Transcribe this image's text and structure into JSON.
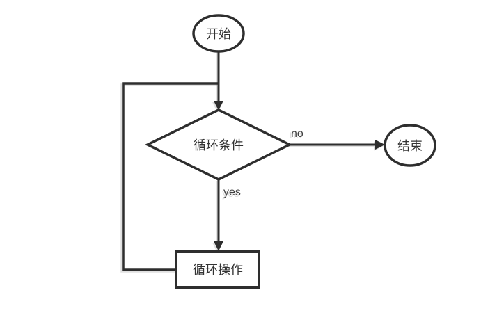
{
  "diagram": {
    "type": "flowchart",
    "background_color": "#ffffff",
    "stroke_color": "#2e2e2e",
    "text_color": "#333333",
    "nodes": [
      {
        "id": "start",
        "shape": "ellipse",
        "label": "开始"
      },
      {
        "id": "loop-condition",
        "shape": "diamond",
        "label": "循环条件"
      },
      {
        "id": "end",
        "shape": "ellipse",
        "label": "结束"
      },
      {
        "id": "loop-operation",
        "shape": "rectangle",
        "label": "循环操作"
      }
    ],
    "edges": [
      {
        "from": "start",
        "to": "loop-condition",
        "label": ""
      },
      {
        "from": "loop-condition",
        "to": "end",
        "label": "no"
      },
      {
        "from": "loop-condition",
        "to": "loop-operation",
        "label": "yes"
      },
      {
        "from": "loop-operation",
        "to": "loop-condition",
        "label": ""
      }
    ]
  }
}
